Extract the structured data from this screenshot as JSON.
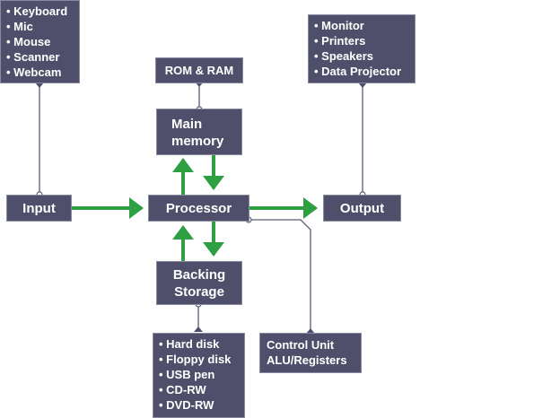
{
  "diagram": {
    "nodes": {
      "input": "Input",
      "processor": "Processor",
      "output": "Output",
      "main_memory": [
        "Main",
        "memory"
      ],
      "backing_storage": [
        "Backing",
        "Storage"
      ]
    },
    "input_devices": [
      "Keyboard",
      "Mic",
      "Mouse",
      "Scanner",
      "Webcam"
    ],
    "output_devices": [
      "Monitor",
      "Printers",
      "Speakers",
      "Data Projector"
    ],
    "memory_types": "ROM & RAM",
    "storage_devices": [
      "Hard disk",
      "Floppy disk",
      "USB pen",
      "CD-RW",
      "DVD-RW"
    ],
    "processor_parts": [
      "Control Unit",
      "ALU/Registers"
    ],
    "colors": {
      "box_fill": "#4f4f6b",
      "arrow_green": "#2ea043",
      "connector": "#5a5a72"
    }
  }
}
